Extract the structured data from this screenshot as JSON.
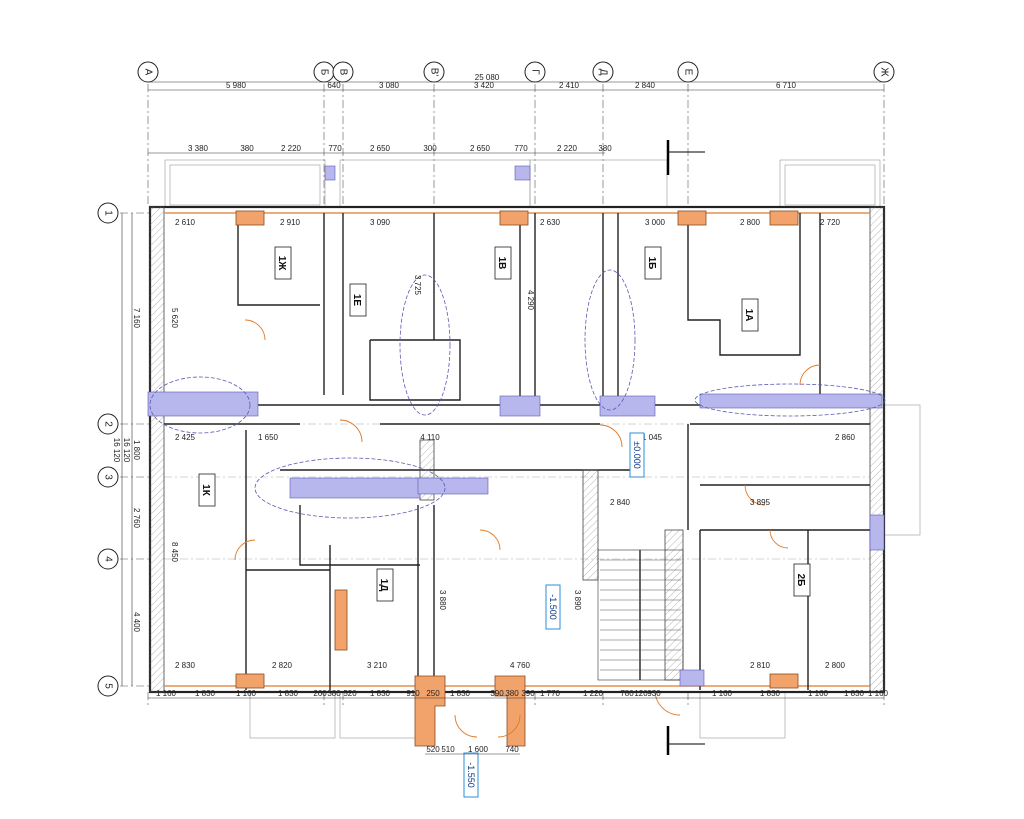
{
  "title": "Floor plan",
  "axes_columns": [
    "А",
    "Б",
    "В",
    "В'",
    "Г",
    "Д",
    "Е",
    "Ж"
  ],
  "axes_rows": [
    "1",
    "2",
    "3",
    "4",
    "5"
  ],
  "overall_width": "25 080",
  "overall_height": "16 120",
  "top_dims": [
    "5 980",
    "640",
    "3 080",
    "3 420",
    "2 410",
    "2 840",
    "6 710"
  ],
  "top_dims_2": [
    "3 380",
    "380",
    "2 220",
    "770",
    "2 650",
    "300",
    "2 650",
    "770",
    "2 220",
    "380"
  ],
  "left_dims": [
    "7 160",
    "1 800",
    "2 760",
    "4 400",
    "16 120"
  ],
  "bottom_dims": [
    "1 160",
    "1 830",
    "1 160",
    "1 830",
    "260",
    "380",
    "520",
    "1 830",
    "910",
    "250",
    "1 830",
    "390",
    "380",
    "390",
    "1 770",
    "1 220",
    "780",
    "120",
    "930",
    "1 160",
    "1 830",
    "1 160",
    "1 830",
    "1 160"
  ],
  "entry_dims": [
    "520",
    "510",
    "1 600",
    "740"
  ],
  "apartments": [
    "1Ж",
    "1Е",
    "1В",
    "1Б",
    "1А",
    "1К",
    "1Д",
    "2Б"
  ],
  "levels": [
    "±0.000",
    "-1.500",
    "-1.550"
  ],
  "room_dims": [
    "2 610",
    "2 910",
    "3 090",
    "2 630",
    "3 000",
    "2 800",
    "2 720",
    "2 425",
    "1 650",
    "4 110",
    "1 045",
    "2 860",
    "2 830",
    "2 820",
    "3 210",
    "4 760",
    "2 810",
    "2 800",
    "5 620",
    "8 450",
    "3 880",
    "3 890",
    "4 290",
    "3 725",
    "2 840",
    "3 895"
  ]
}
